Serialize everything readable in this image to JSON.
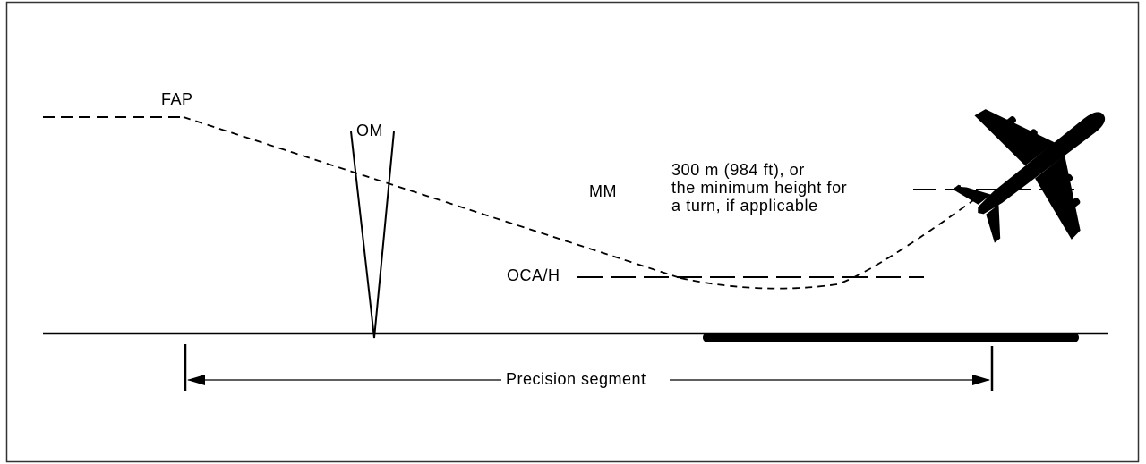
{
  "labels": {
    "fap": "FAP",
    "om": "OM",
    "mm": "MM",
    "oca_h": "OCA/H",
    "precision_segment": "Precision segment",
    "height_note": [
      "300 m (984 ft), or",
      "the minimum height for",
      "a turn, if applicable"
    ]
  },
  "colors": {
    "line": "#000000",
    "background": "#ffffff",
    "frame": "#333333"
  },
  "icons": {
    "aircraft": "airplane-icon"
  }
}
